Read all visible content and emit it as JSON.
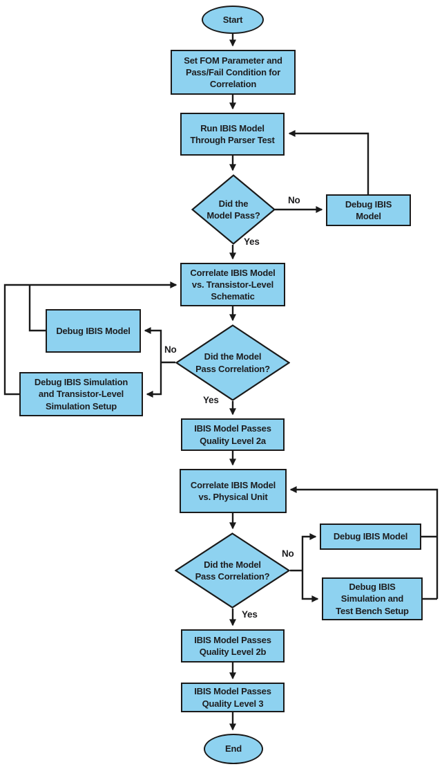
{
  "diagram": {
    "title": "IBIS model quality verification flowchart",
    "colors": {
      "node_fill": "#8ed2f0",
      "node_border": "#1a1a1a",
      "line": "#1a1a1a",
      "text": "#1d1d1f",
      "background": "#ffffff"
    }
  },
  "nodes": {
    "start": {
      "type": "terminator",
      "label": "Start"
    },
    "set_fom": {
      "type": "process",
      "label": "Set FOM Parameter and\nPass/Fail Condition for\nCorrelation"
    },
    "run_parser": {
      "type": "process",
      "label": "Run IBIS Model\nThrough Parser Test"
    },
    "decision_parser": {
      "type": "decision",
      "label": "Did the\nModel Pass?"
    },
    "debug_ibis_top": {
      "type": "process",
      "label": "Debug IBIS\nModel"
    },
    "correlate_tl": {
      "type": "process",
      "label": "Correlate IBIS Model\nvs. Transistor-Level\nSchematic"
    },
    "debug_ibis_left": {
      "type": "process",
      "label": "Debug IBIS Model"
    },
    "decision_corr_tl": {
      "type": "decision",
      "label": "Did the Model\nPass Correlation?"
    },
    "debug_sim_tl": {
      "type": "process",
      "label": "Debug IBIS Simulation\nand Transistor-Level\nSimulation Setup"
    },
    "passes_2a": {
      "type": "process",
      "label": "IBIS Model Passes\nQuality Level 2a"
    },
    "correlate_pu": {
      "type": "process",
      "label": "Correlate IBIS Model\nvs. Physical Unit"
    },
    "decision_corr_pu": {
      "type": "decision",
      "label": "Did the Model\nPass Correlation?"
    },
    "debug_ibis_right": {
      "type": "process",
      "label": "Debug IBIS Model"
    },
    "debug_sim_tb": {
      "type": "process",
      "label": "Debug IBIS\nSimulation and\nTest Bench Setup"
    },
    "passes_2b": {
      "type": "process",
      "label": "IBIS Model Passes\nQuality Level 2b"
    },
    "passes_3": {
      "type": "process",
      "label": "IBIS Model Passes\nQuality Level 3"
    },
    "end": {
      "type": "terminator",
      "label": "End"
    }
  },
  "edge_labels": {
    "no_parser": "No",
    "yes_parser": "Yes",
    "no_corr_tl": "No",
    "yes_corr_tl": "Yes",
    "no_corr_pu": "No",
    "yes_corr_pu": "Yes"
  }
}
